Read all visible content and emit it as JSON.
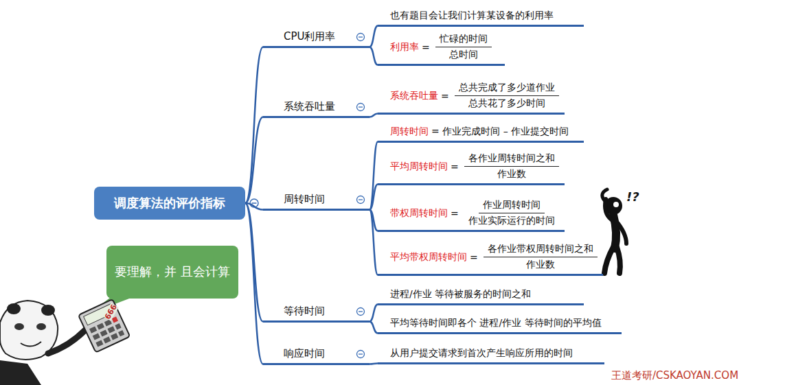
{
  "diagram": {
    "nodes": [
      {
        "text": [
          "调度算法的评价指标"
        ]
      },
      {
        "text": [
          "CPU利用率"
        ]
      },
      {
        "text": [
          "也有题目会让我们计算某设备的利用率"
        ]
      },
      {
        "text": [
          "利用率",
          "=",
          "忙碌的时间",
          "总时间"
        ]
      },
      {
        "text": [
          "系统吞吐量"
        ]
      },
      {
        "text": [
          "系统吞吐量",
          "=",
          "总共完成了多少道作业",
          "总共花了多少时间"
        ]
      },
      {
        "text": [
          "周转时间"
        ]
      },
      {
        "text": [
          "周转时间",
          "= 作业完成时间 – 作业提交时间"
        ]
      },
      {
        "text": [
          "平均周转时间",
          "=",
          "各作业周转时间之和",
          "作业数"
        ]
      },
      {
        "text": [
          "带权周转时间",
          "=",
          "作业周转时间",
          "作业实际运行的时间"
        ]
      },
      {
        "text": [
          "平均带权周转时间",
          "=",
          "各作业带权周转时间之和",
          "作业数"
        ]
      },
      {
        "text": [
          "等待时间"
        ]
      },
      {
        "text": [
          "进程/作业 等待被服务的时间之和"
        ]
      },
      {
        "text": [
          "平均等待时间即各个 进程/作业 等待时间的平均值"
        ]
      },
      {
        "text": [
          "响应时间"
        ]
      },
      {
        "text": [
          "从用户提交请求到首次产生响应所用的时间"
        ]
      },
      {
        "text": [
          "要理解，并 且会计算"
        ]
      }
    ],
    "edges": [
      {
        "from": 0,
        "to": 1,
        "arrow": "none"
      },
      {
        "from": 0,
        "to": 4,
        "arrow": "none"
      },
      {
        "from": 0,
        "to": 6,
        "arrow": "none"
      },
      {
        "from": 0,
        "to": 11,
        "arrow": "none"
      },
      {
        "from": 0,
        "to": 14,
        "arrow": "none"
      },
      {
        "from": 1,
        "to": 2,
        "arrow": "none"
      },
      {
        "from": 1,
        "to": 3,
        "arrow": "none"
      },
      {
        "from": 4,
        "to": 5,
        "arrow": "none"
      },
      {
        "from": 6,
        "to": 7,
        "arrow": "none"
      },
      {
        "from": 6,
        "to": 8,
        "arrow": "none"
      },
      {
        "from": 6,
        "to": 9,
        "arrow": "none"
      },
      {
        "from": 6,
        "to": 10,
        "arrow": "none"
      },
      {
        "from": 11,
        "to": 12,
        "arrow": "none"
      },
      {
        "from": 11,
        "to": 13,
        "arrow": "none"
      },
      {
        "from": 14,
        "to": 15,
        "arrow": "none"
      }
    ],
    "labels": [
      "!?",
      "666",
      "王道考研/CSKAOYAN.COM"
    ]
  }
}
